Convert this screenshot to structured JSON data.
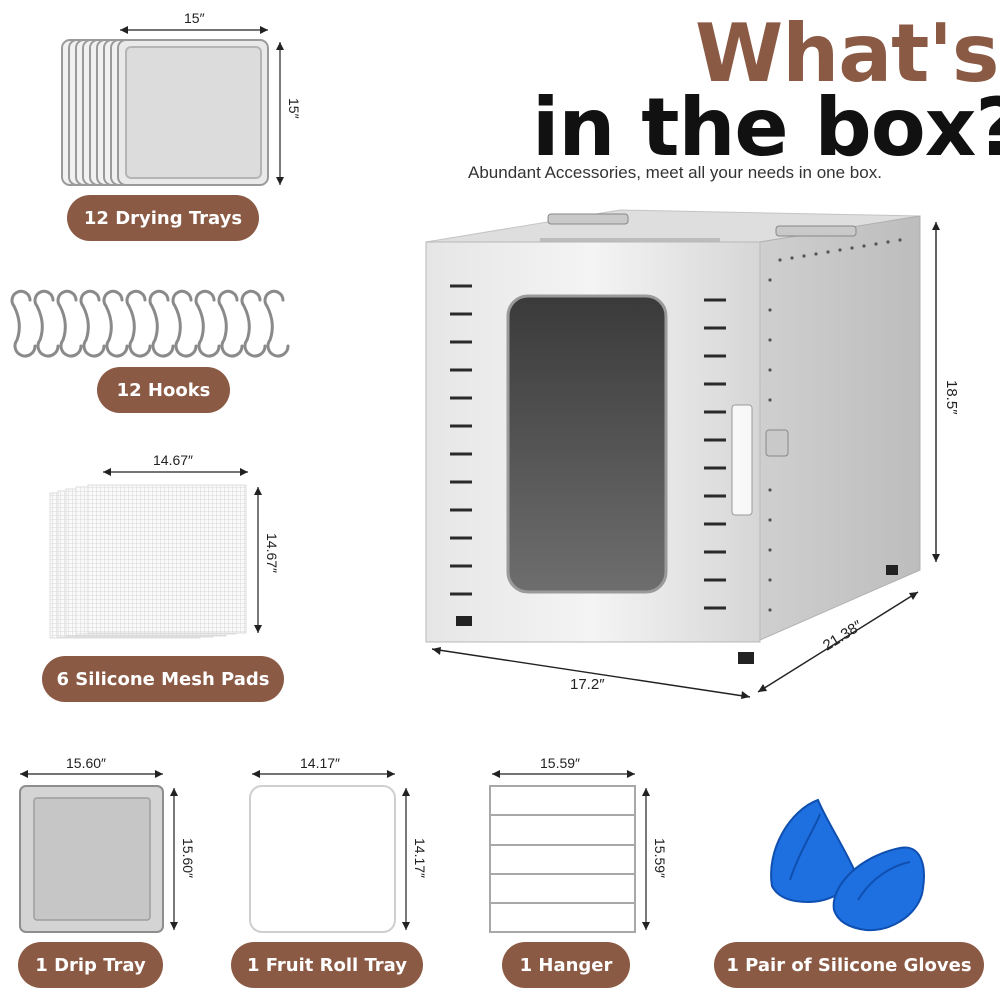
{
  "heading": {
    "line1": "What's",
    "line2": "in the box?",
    "tagline": "Abundant Accessories, meet all your needs in one box.",
    "line1_color": "#8b5a45",
    "line2_color": "#111111"
  },
  "pill_color": "#8b5a45",
  "items": {
    "drying_trays": {
      "label": "12 Drying Trays",
      "width": "15″",
      "height": "15″"
    },
    "hooks": {
      "label": "12 Hooks"
    },
    "mesh_pads": {
      "label": "6 Silicone Mesh Pads",
      "width": "14.67″",
      "height": "14.67″"
    },
    "drip_tray": {
      "label": "1 Drip Tray",
      "width": "15.60″",
      "height": "15.60″"
    },
    "fruit_roll_tray": {
      "label": "1 Fruit Roll Tray",
      "width": "14.17″",
      "height": "14.17″"
    },
    "hanger": {
      "label": "1 Hanger",
      "width": "15.59″",
      "height": "15.59″"
    },
    "gloves": {
      "label": "1 Pair of Silicone Gloves",
      "color": "#1e6fe0"
    }
  },
  "dehydrator": {
    "width": "17.2″",
    "depth": "21.38″",
    "height": "18.5″"
  }
}
